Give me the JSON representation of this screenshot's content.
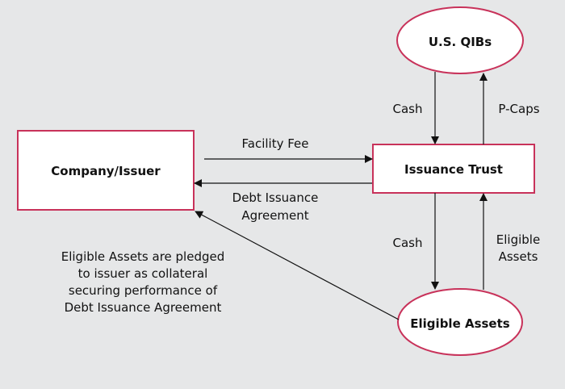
{
  "colors": {
    "background": "#e6e7e8",
    "node_border": "#c8325a",
    "node_fill": "#ffffff",
    "arrow": "#111111"
  },
  "nodes": {
    "company": {
      "label": "Company/Issuer",
      "shape": "rectangle"
    },
    "trust": {
      "label": "Issuance Trust",
      "shape": "rectangle"
    },
    "qibs": {
      "label": "U.S. QIBs",
      "shape": "ellipse"
    },
    "assets": {
      "label": "Eligible Assets",
      "shape": "ellipse"
    }
  },
  "edges": {
    "facility_fee": {
      "from": "Company/Issuer",
      "to": "Issuance Trust",
      "label": "Facility Fee"
    },
    "debt_agreement": {
      "from": "Issuance Trust",
      "to": "Company/Issuer",
      "label_line1": "Debt Issuance",
      "label_line2": "Agreement"
    },
    "cash_qibs": {
      "from": "U.S. QIBs",
      "to": "Issuance Trust",
      "label": "Cash"
    },
    "pcaps": {
      "from": "Issuance Trust",
      "to": "U.S. QIBs",
      "label": "P-Caps"
    },
    "cash_assets": {
      "from": "Issuance Trust",
      "to": "Eligible Assets",
      "label": "Cash"
    },
    "eligible_assets": {
      "from": "Eligible Assets",
      "to": "Issuance Trust",
      "label_line1": "Eligible",
      "label_line2": "Assets"
    },
    "pledge": {
      "from": "Eligible Assets",
      "to": "Company/Issuer",
      "lines": [
        "Eligible Assets are pledged",
        "to issuer as collateral",
        "securing performance of",
        "Debt Issuance Agreement"
      ]
    }
  }
}
